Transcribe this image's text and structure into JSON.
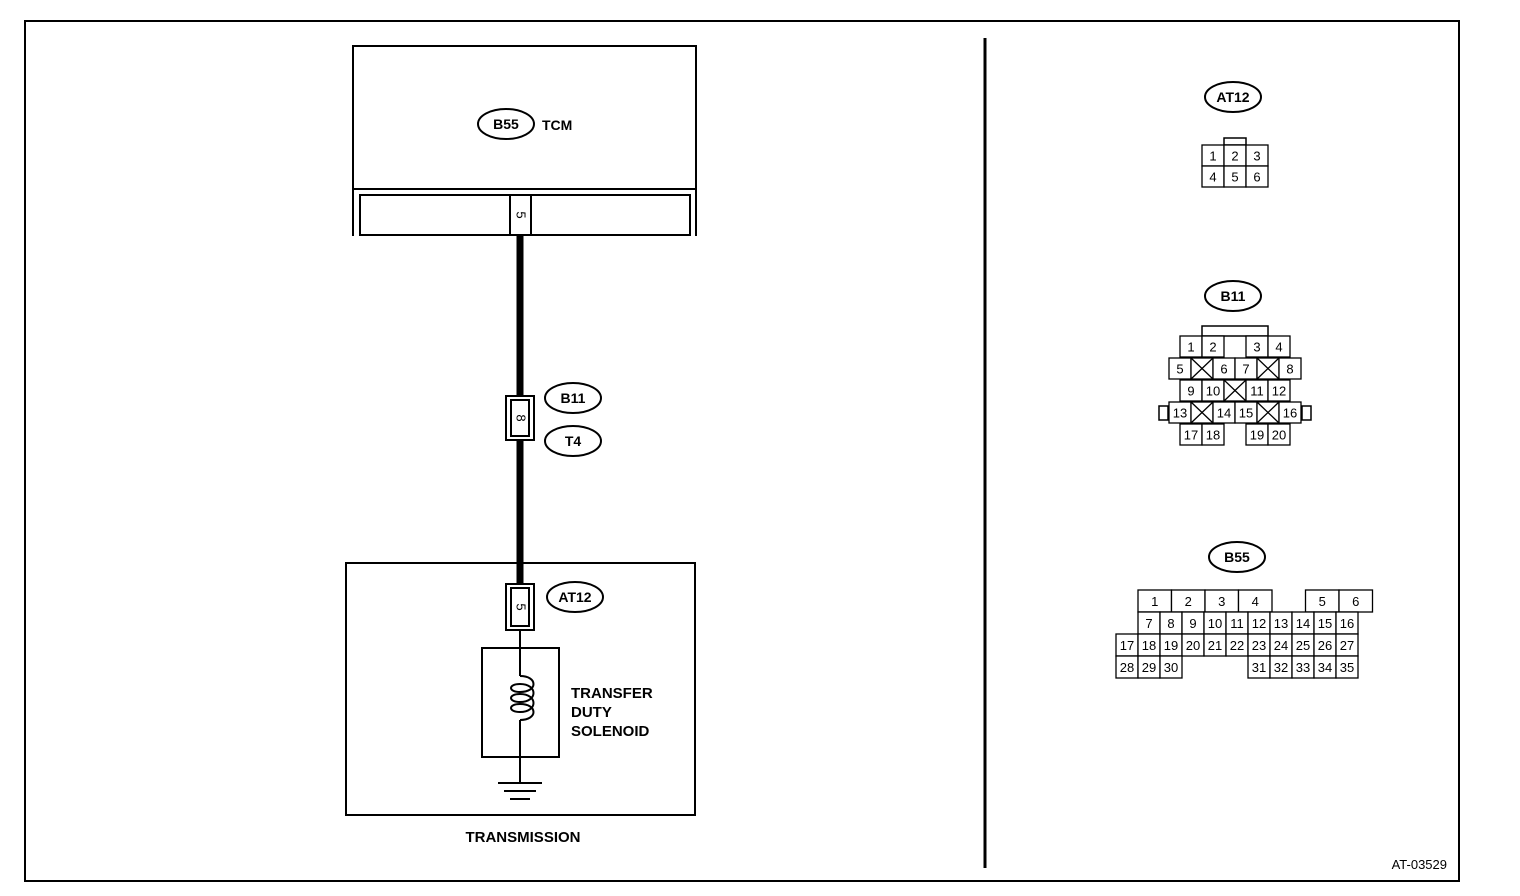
{
  "tcm": {
    "connector": "B55",
    "label": "TCM",
    "pin": "5"
  },
  "harness": {
    "pin": "8",
    "connector_a": "B11",
    "connector_b": "T4"
  },
  "transmission": {
    "connector": "AT12",
    "pin": "5",
    "solenoid_lines": [
      "TRANSFER",
      "DUTY",
      "SOLENOID"
    ],
    "label": "TRANSMISSION"
  },
  "connectors": {
    "at12": {
      "label": "AT12",
      "rows": [
        [
          "1",
          "2",
          "3"
        ],
        [
          "4",
          "5",
          "6"
        ]
      ]
    },
    "b11": {
      "label": "B11",
      "rows": [
        [
          "1",
          "2",
          "",
          "3",
          "4"
        ],
        [
          "5",
          "6",
          "7",
          "8"
        ],
        [
          "9",
          "10",
          "11",
          "12"
        ],
        [
          "13",
          "14",
          "15",
          "16"
        ],
        [
          "17",
          "18",
          "",
          "19",
          "20"
        ]
      ]
    },
    "b55": {
      "label": "B55",
      "rows": [
        [
          "1",
          "2",
          "3",
          "4",
          "",
          "5",
          "6"
        ],
        [
          "7",
          "8",
          "9",
          "10",
          "11",
          "12",
          "13",
          "14",
          "15",
          "16"
        ],
        [
          "17",
          "18",
          "19",
          "20",
          "21",
          "22",
          "23",
          "24",
          "25",
          "26",
          "27"
        ],
        [
          "28",
          "29",
          "30",
          "",
          "31",
          "32",
          "33",
          "34",
          "35"
        ]
      ]
    }
  },
  "figure_id": "AT-03529"
}
